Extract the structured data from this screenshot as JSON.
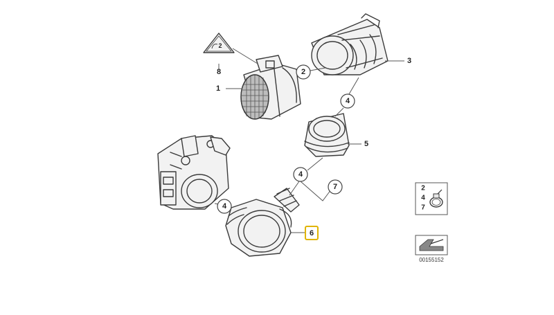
{
  "diagram": {
    "callouts": {
      "c1": "1",
      "c2": "2",
      "c3": "3",
      "c4a": "4",
      "c4b": "4",
      "c4c": "4",
      "c5": "5",
      "c6": "6",
      "c7": "7",
      "c8": "8"
    },
    "warning_symbol_text": "2",
    "highlighted_part": "6",
    "legend": {
      "items": [
        "2",
        "4",
        "7"
      ]
    },
    "diagram_id": "00155152",
    "colors": {
      "highlight": "#e0b400",
      "line": "#3a3a3a"
    }
  }
}
